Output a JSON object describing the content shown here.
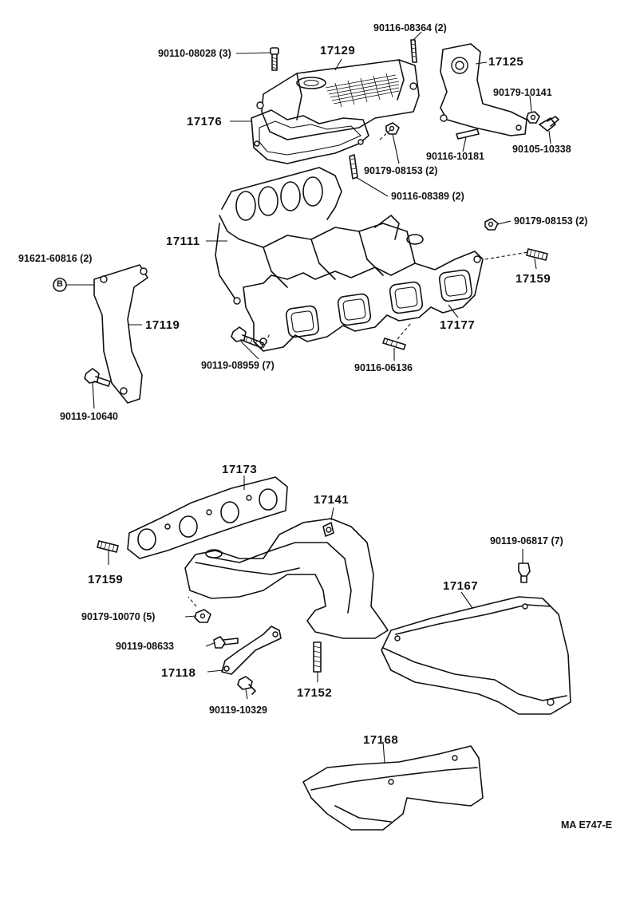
{
  "diagram_code": "MA E747-E",
  "callouts": {
    "c17129": "17129",
    "c17125": "17125",
    "c17176": "17176",
    "c17111": "17111",
    "c17119": "17119",
    "c17159_top": "17159",
    "c17177": "17177",
    "c17173": "17173",
    "c17141": "17141",
    "c17159_bottom": "17159",
    "c17167": "17167",
    "c17118": "17118",
    "c17152": "17152",
    "c17168": "17168",
    "p90110_08028": "90110-08028 (3)",
    "p90116_08364": "90116-08364 (2)",
    "p90179_10141": "90179-10141",
    "p90116_10181": "90116-10181",
    "p90105_10338": "90105-10338",
    "p90179_08153_a": "90179-08153 (2)",
    "p90116_08389": "90116-08389 (2)",
    "p90179_08153_b": "90179-08153 (2)",
    "p91621_60816": "91621-60816 (2)",
    "p90119_08959": "90119-08959 (7)",
    "p90116_06136": "90116-06136",
    "p90119_10640": "90119-10640",
    "p90119_06817": "90119-06817 (7)",
    "p90179_10070": "90179-10070 (5)",
    "p90119_08633": "90119-08633",
    "p90119_10329": "90119-10329"
  },
  "symbols": {
    "circled_b": "B"
  }
}
